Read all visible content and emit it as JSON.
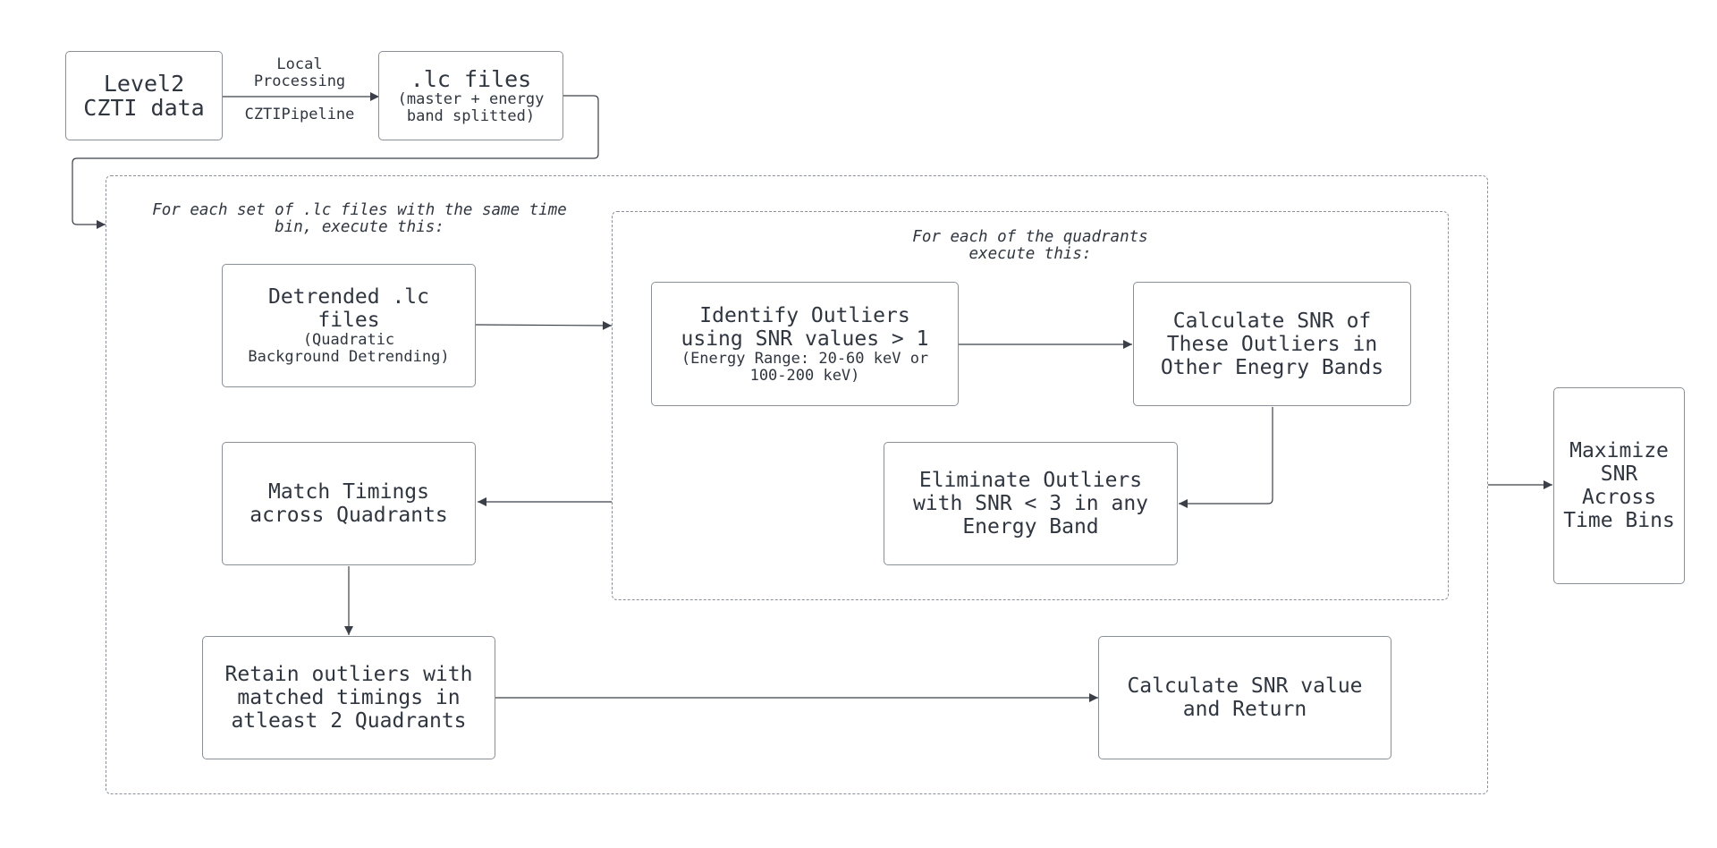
{
  "nodes": {
    "level2": "Level2\nCZTI data",
    "lc_files": {
      "title": ".lc files",
      "sub": "(master + energy\nband splitted)"
    },
    "detrended": {
      "title": "Detrended .lc\nfiles",
      "sub": "(Quadratic\nBackground Detrending)"
    },
    "identify": {
      "title": "Identify Outliers\nusing SNR values > 1",
      "sub": "(Energy Range: 20-60 keV or\n100-200 keV)"
    },
    "calc_other": "Calculate SNR of\nThese Outliers in\nOther Enegry Bands",
    "eliminate": "Eliminate Outliers\nwith SNR < 3 in any\nEnergy Band",
    "match": "Match Timings\nacross Quadrants",
    "retain": "Retain outliers with\nmatched timings in\natleast 2 Quadrants",
    "calc_return": "Calculate SNR value\nand Return",
    "maximize": "Maximize\nSNR\nAcross\nTime Bins"
  },
  "edge_labels": {
    "local_processing": "Local\nProcessing",
    "pipeline": "CZTIPipeline"
  },
  "notes": {
    "outer": "For each set of .lc files with the same time\nbin, execute this:",
    "inner": "For each of the quadrants\nexecute this:"
  },
  "colors": {
    "stroke": "#8a8f98",
    "arrow": "#3b4048",
    "text": "#2f3640"
  }
}
